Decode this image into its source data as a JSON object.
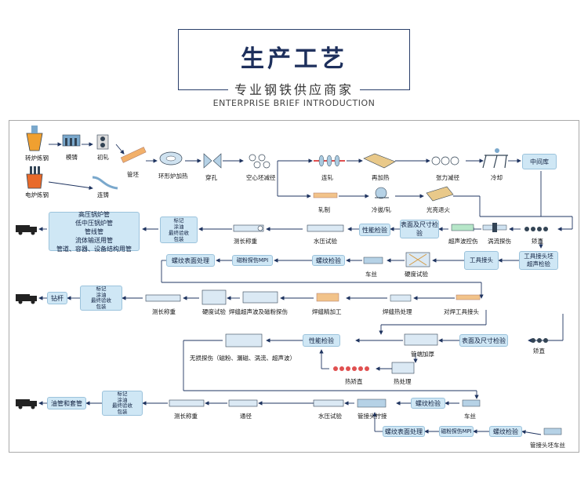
{
  "header": {
    "title": "生产工艺",
    "subtitle": "专业钢铁供应商家",
    "english": "ENTERPRISE BRIEF INTRODUCTION"
  },
  "colors": {
    "accent": "#1d2f5c",
    "box": "#cfe7f5",
    "line": "#1f3460"
  },
  "steps": {
    "converter": "转炉炼钢",
    "electric": "电炉炼钢",
    "casting": "模铸",
    "continuous": "连铸",
    "initial_roll": "初轧",
    "billet": "管坯",
    "furnace": "环形炉加热",
    "piercing": "穿孔",
    "hollow": "空心坯减径",
    "rolling": "连轧",
    "reheat": "再加热",
    "stretch": "张力减径",
    "cooling": "冷却",
    "middle_store": "中间库",
    "roll2": "轧制",
    "cold_draw": "冷拔/轧",
    "bright_anneal": "光亮退火",
    "straighten": "矫直",
    "eddy": "涡流探伤",
    "ultrasonic": "超声波控伤",
    "surface_size": "表面及尺寸检验",
    "performance": "性能检验",
    "hydro": "水压试验",
    "measure_weigh": "测长称重",
    "mark_pack": "标记\n涂油\n最终验收\n包装",
    "products": "高压锅炉管\n低中压锅炉管\n管线管\n流体输送用管\n管道、容器、设备结构用管",
    "tool_joint": "工具接头",
    "tool_joint_ut": "工具接头坯\n超声检验",
    "thread_surface": "螺纹表面处理",
    "mpi": "磁粉探伤MPI",
    "thread_inspect": "螺纹检验",
    "threading": "车丝",
    "hardness": "硬度试验",
    "weld_tool": "对焊工具接头",
    "weld_heat": "焊缝热处理",
    "weld_finish": "焊缝精加工",
    "weld_ut": "焊缝超声波及磁粉探伤",
    "hardness2": "硬度试验",
    "measure2": "测长称重",
    "mark2": "标记\n涂油\n最终验收\n包装",
    "drill_pipe": "钻杆",
    "straighten2": "矫直",
    "surface2": "表面及尺寸检验",
    "upset": "管端加厚",
    "performance2": "性能检验",
    "ndt": "无损探伤（磁粉、漏磁、涡流、超声波）",
    "hot_straight": "热矫直",
    "heat_treat": "热处理",
    "threading2": "车丝",
    "thread_inspect2": "螺纹检验",
    "coupling_tighten": "管接头拧接",
    "hydro2": "水压试验",
    "drift": "通径",
    "measure3": "测长称重",
    "mark3": "标记\n涂油\n最终验收\n包装",
    "tubing_casing": "油管和套管",
    "coupling_thread": "管接头坯车丝",
    "thread_inspect3": "螺纹检验",
    "mpi2": "磁粉探伤MPI",
    "thread_surface2": "螺纹表面处理"
  }
}
